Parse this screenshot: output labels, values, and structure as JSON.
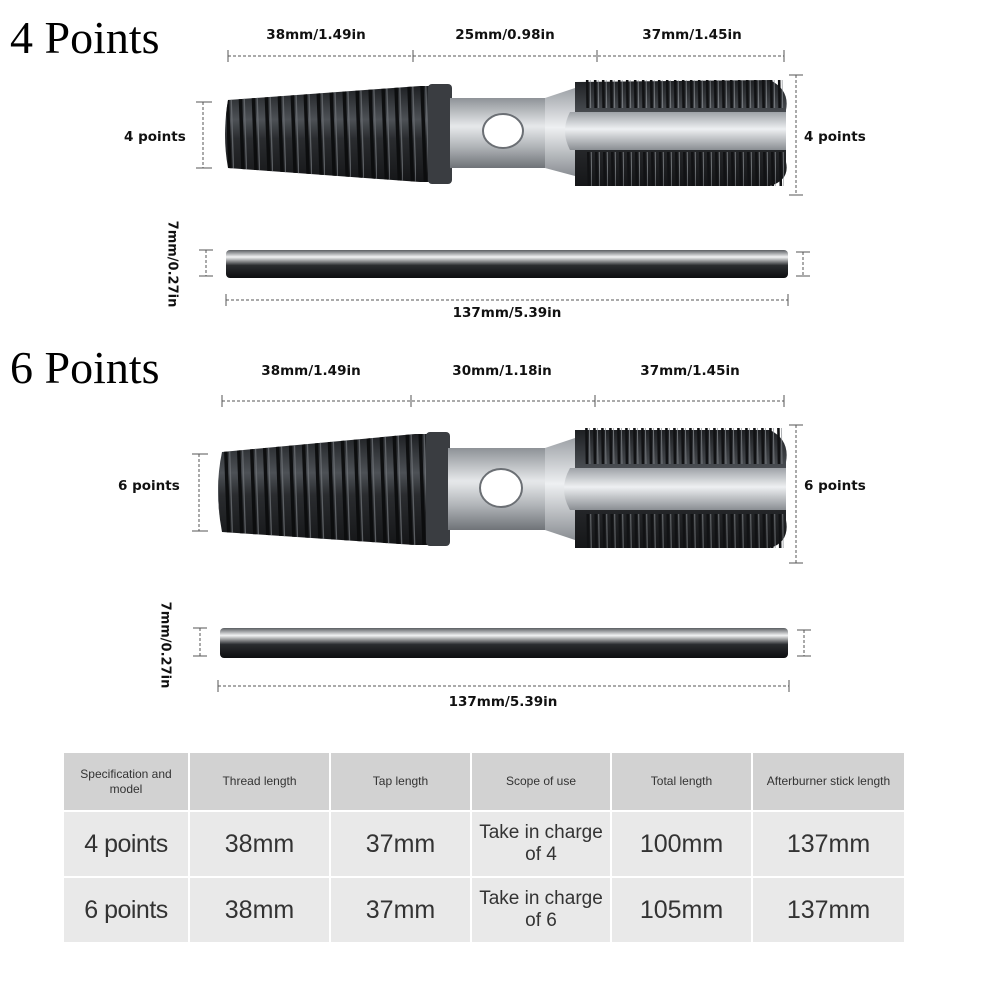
{
  "section_4": {
    "title": "4 Points",
    "seg1": "38mm/1.49in",
    "seg2": "25mm/0.98in",
    "seg3": "37mm/1.45in",
    "left_label": "4 points",
    "right_label": "4 points",
    "rod_diameter": "7mm/0.27in",
    "rod_length": "137mm/5.39in"
  },
  "section_6": {
    "title": "6 Points",
    "seg1": "38mm/1.49in",
    "seg2": "30mm/1.18in",
    "seg3": "37mm/1.45in",
    "left_label": "6 points",
    "right_label": "6 points",
    "rod_diameter": "7mm/0.27in",
    "rod_length": "137mm/5.39in"
  },
  "table": {
    "headers": [
      "Specification and model",
      "Thread length",
      "Tap length",
      "Scope of use",
      "Total length",
      "Afterburner stick length"
    ],
    "rows": [
      [
        "4 points",
        "38mm",
        "37mm",
        "Take in charge of 4",
        "100mm",
        "137mm"
      ],
      [
        "6 points",
        "38mm",
        "37mm",
        "Take in charge of 6",
        "105mm",
        "137mm"
      ]
    ]
  },
  "colors": {
    "header_bg": "#d2d2d2",
    "cell_bg": "#e9e9e9",
    "tool_dark": "#2b2d30",
    "tool_light": "#c9ccd0"
  }
}
